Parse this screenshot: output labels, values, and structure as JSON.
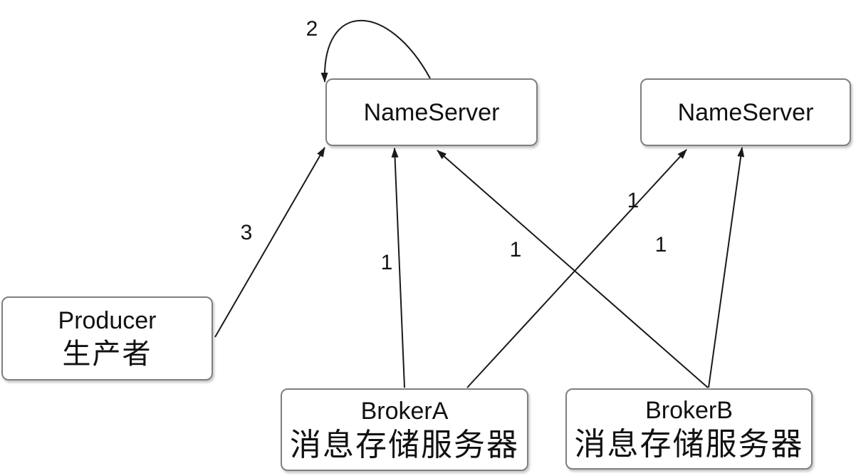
{
  "diagram": {
    "background_color": "#ffffff",
    "node_border_color": "#7f7f7f",
    "edge_color": "#1a1a1a",
    "nodes": [
      {
        "id": "nameserver-1",
        "title": "NameServer"
      },
      {
        "id": "nameserver-2",
        "title": "NameServer"
      },
      {
        "id": "producer",
        "title": "Producer",
        "subtitle": "生产者"
      },
      {
        "id": "broker-a",
        "title": "BrokerA",
        "subtitle": "消息存储服务器"
      },
      {
        "id": "broker-b",
        "title": "BrokerB",
        "subtitle": "消息存储服务器"
      }
    ],
    "edges": [
      {
        "from": "nameserver-1",
        "to": "nameserver-1",
        "label": "2"
      },
      {
        "from": "producer",
        "to": "nameserver-1",
        "label": "3"
      },
      {
        "from": "broker-a",
        "to": "nameserver-1",
        "label": "1"
      },
      {
        "from": "broker-b",
        "to": "nameserver-1",
        "label": "1"
      },
      {
        "from": "broker-a",
        "to": "nameserver-2",
        "label": "1"
      },
      {
        "from": "broker-b",
        "to": "nameserver-2",
        "label": "1"
      }
    ]
  }
}
